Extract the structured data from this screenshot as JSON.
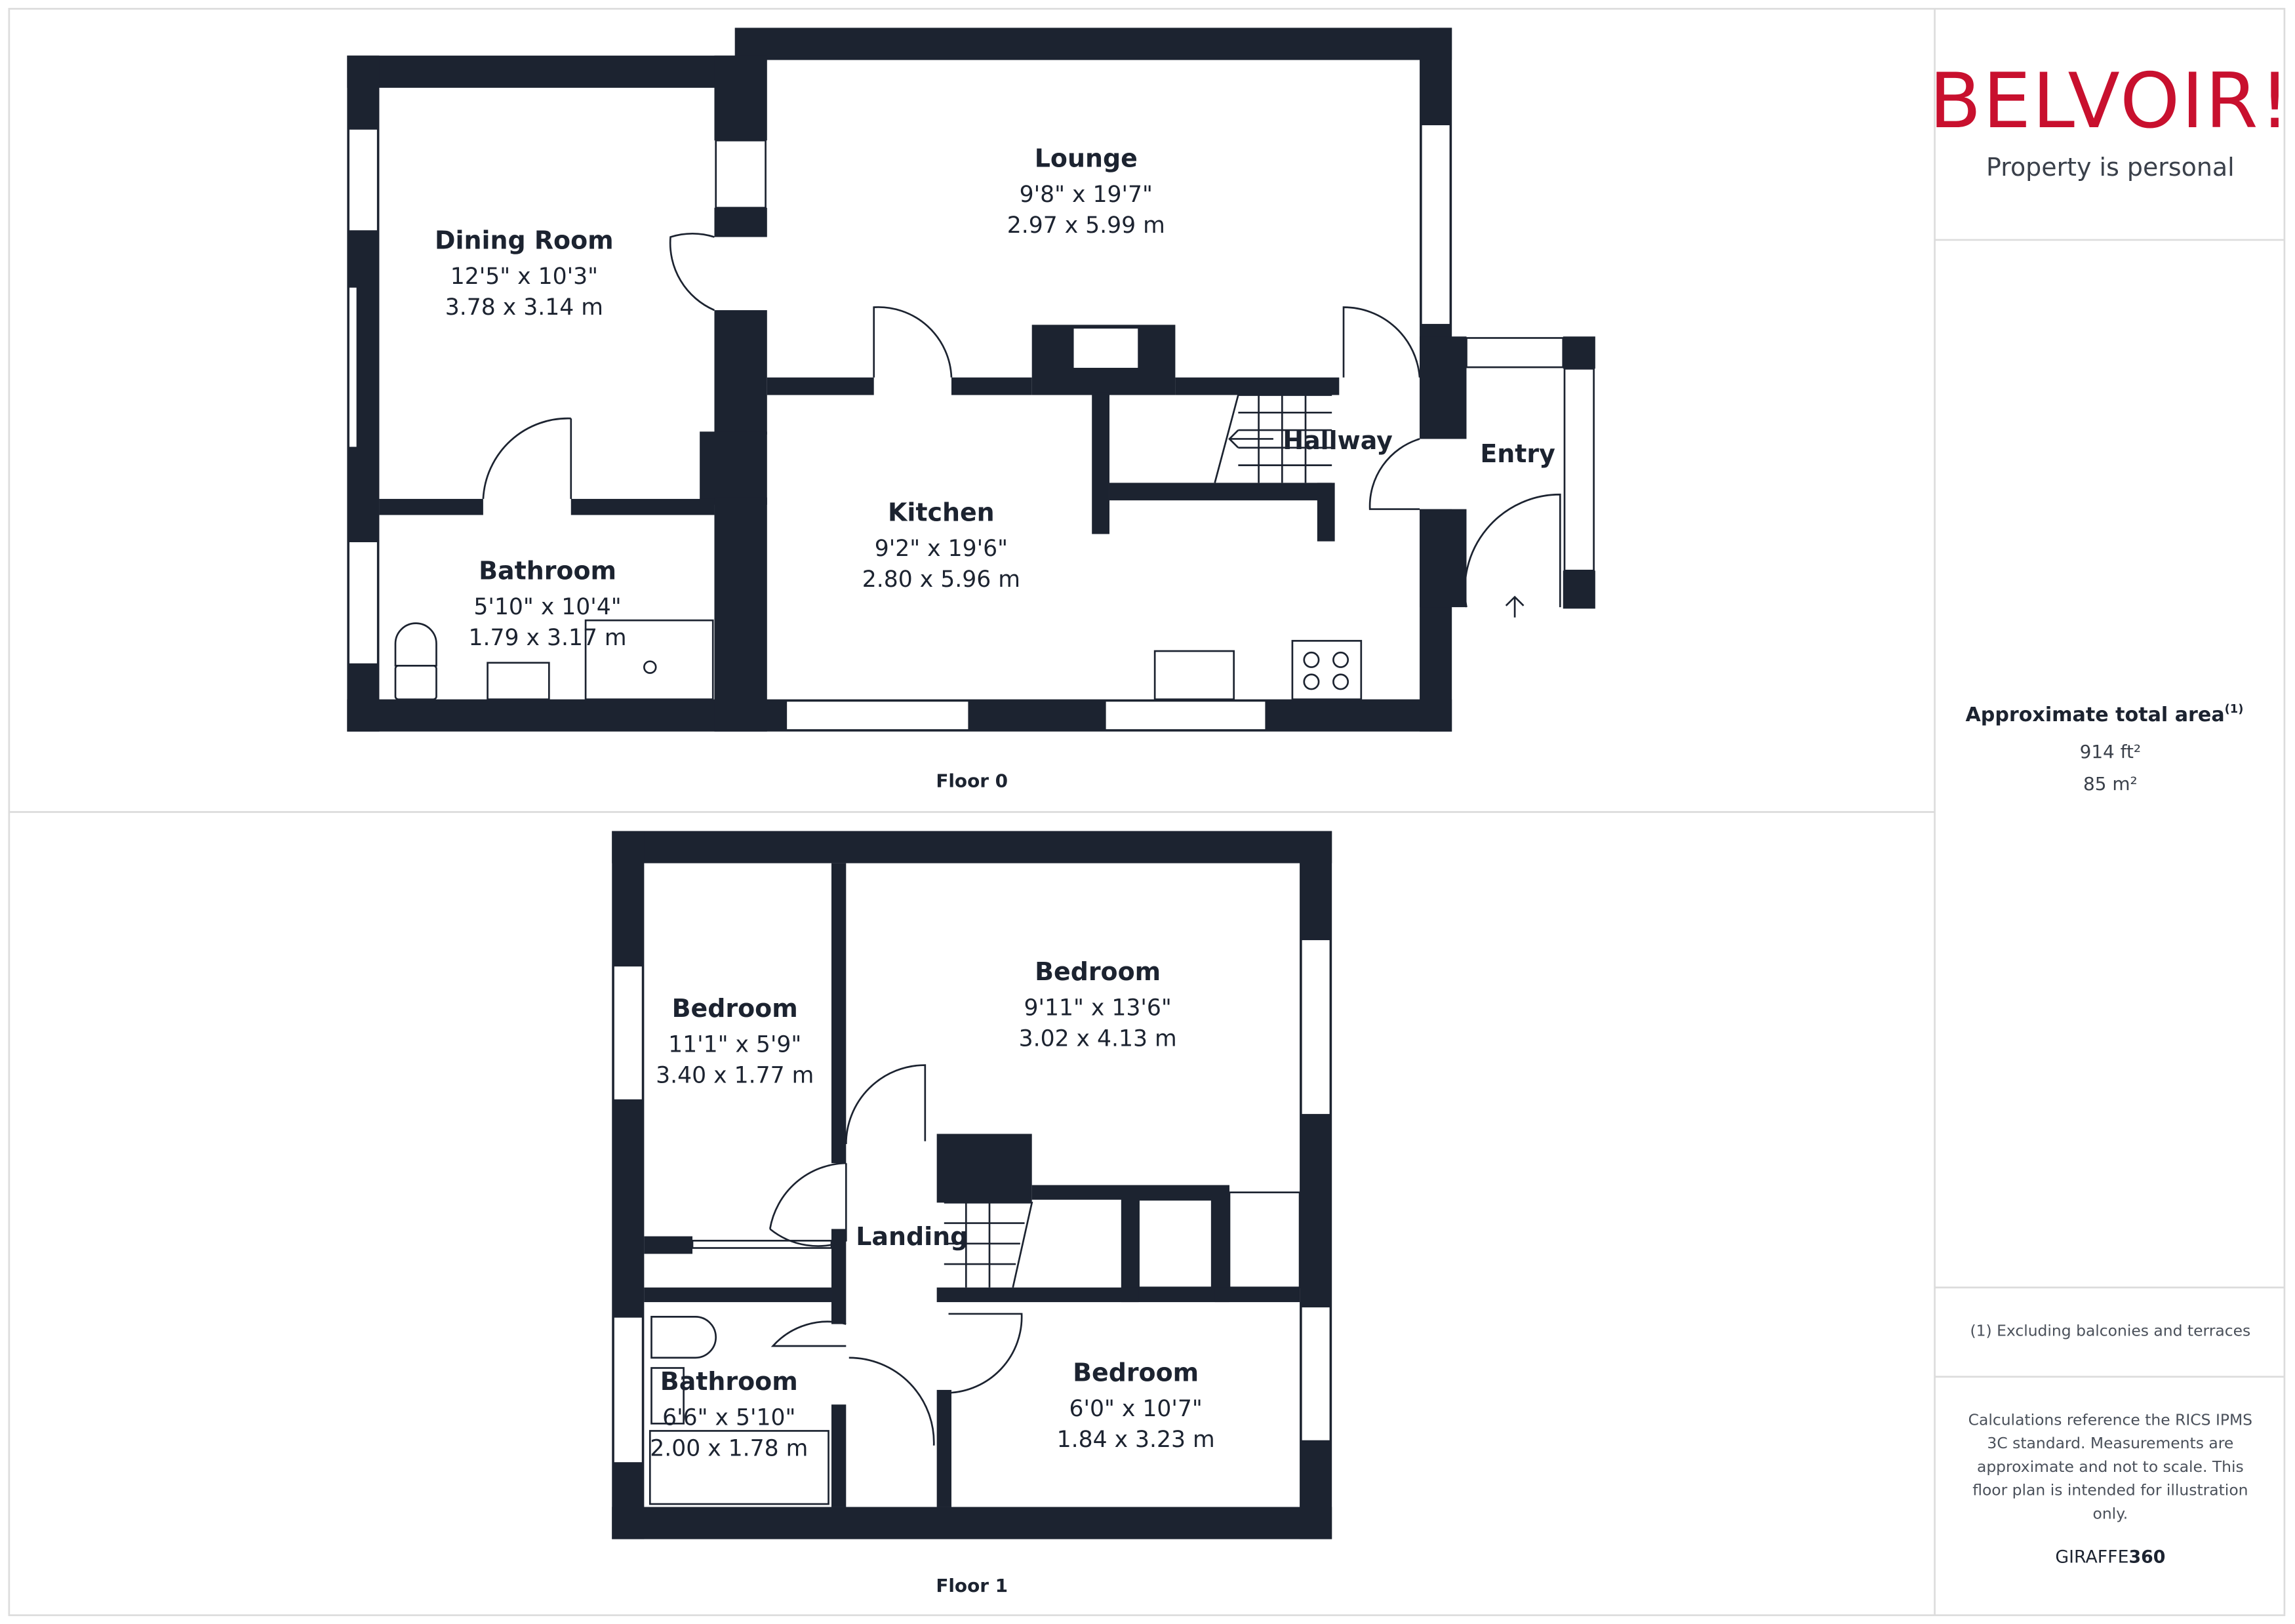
{
  "brand": {
    "logo_text": "BELVOIR!",
    "tagline": "Property is personal",
    "logo_color": "#c8102e"
  },
  "colors": {
    "wall": "#1c2330",
    "panel_border": "#dcdcdc"
  },
  "floors": [
    {
      "label": "Floor 0",
      "rooms": [
        {
          "name": "Lounge",
          "imperial": "9'8\" x 19'7\"",
          "metric": "2.97 x 5.99 m"
        },
        {
          "name": "Dining Room",
          "imperial": "12'5\" x 10'3\"",
          "metric": "3.78 x 3.14 m"
        },
        {
          "name": "Kitchen",
          "imperial": "9'2\" x 19'6\"",
          "metric": "2.80 x 5.96 m"
        },
        {
          "name": "Bathroom",
          "imperial": "5'10\" x 10'4\"",
          "metric": "1.79 x 3.17 m"
        },
        {
          "name": "Hallway"
        },
        {
          "name": "Entry"
        }
      ]
    },
    {
      "label": "Floor 1",
      "rooms": [
        {
          "name": "Bedroom",
          "imperial": "9'11\" x 13'6\"",
          "metric": "3.02 x 4.13 m"
        },
        {
          "name": "Bedroom",
          "imperial": "11'1\" x 5'9\"",
          "metric": "3.40 x 1.77 m"
        },
        {
          "name": "Bedroom",
          "imperial": "6'0\" x 10'7\"",
          "metric": "1.84 x 3.23 m"
        },
        {
          "name": "Bathroom",
          "imperial": "6'6\" x 5'10\"",
          "metric": "2.00 x 1.78 m"
        },
        {
          "name": "Landing"
        }
      ]
    }
  ],
  "area": {
    "heading": "Approximate total area",
    "footnote_mark": "(1)",
    "imperial": "914 ft²",
    "metric": "85 m²"
  },
  "footnote": "(1) Excluding balconies and terraces",
  "disclaimer": [
    "Calculations reference the RICS IPMS",
    "3C standard. Measurements are",
    "approximate and not to scale. This",
    "floor plan is intended for illustration",
    "only."
  ],
  "credit": {
    "name": "GIRAFFE",
    "number": "360"
  }
}
